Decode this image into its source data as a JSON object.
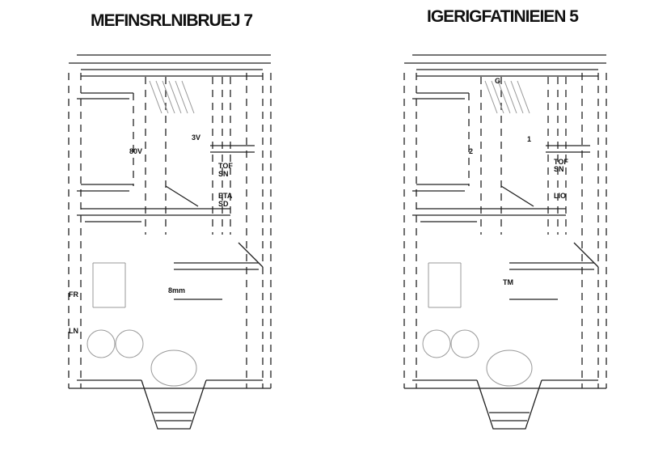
{
  "plans": [
    {
      "title": "MEFINSRLNIBRUEJ 7",
      "labels": [
        "80V",
        "3V",
        "TOF",
        "SN",
        "ETA",
        "SD",
        "8mm",
        "FR",
        "LN"
      ]
    },
    {
      "title": "IGERIGFATINIEIEN 5",
      "labels": [
        "G",
        "2",
        "1",
        "TOF",
        "SN",
        "LIO",
        "TM"
      ]
    }
  ]
}
